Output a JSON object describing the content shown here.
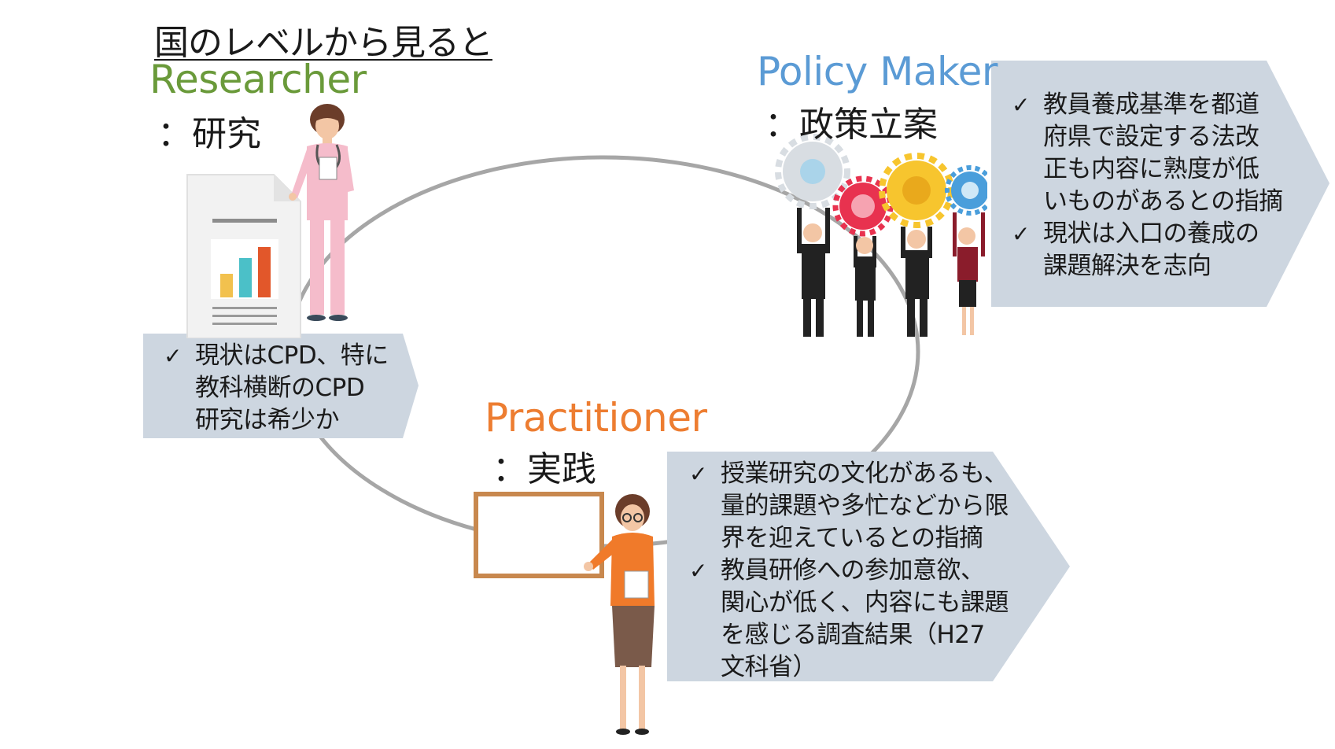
{
  "title": "国のレベルから見ると",
  "roles": {
    "researcher": {
      "en": "Researcher",
      "jp": "：研究"
    },
    "policy_maker": {
      "en": "Policy Maker",
      "jp": "：政策立案"
    },
    "practitioner": {
      "en": "Practitioner",
      "jp": "：実践"
    }
  },
  "callouts": {
    "researcher": {
      "items": [
        {
          "lines": [
            "現状はCPD、特に",
            "教科横断のCPD",
            "研究は希少か"
          ]
        }
      ]
    },
    "policy_maker": {
      "items": [
        {
          "lines": [
            "教員養成基準を都道",
            "府県で設定する法改",
            "正も内容に熟度が低",
            "いものがあるとの指摘"
          ]
        },
        {
          "lines": [
            "現状は入口の養成の",
            "課題解決を志向"
          ]
        }
      ]
    },
    "practitioner": {
      "items": [
        {
          "lines": [
            "授業研究の文化があるも、",
            "量的課題や多忙などから限",
            "界を迎えているとの指摘"
          ]
        },
        {
          "lines": [
            "教員研修への参加意欲、",
            "関心が低く、内容にも課題",
            "を感じる調査結果（H27",
            "文科省）"
          ]
        }
      ]
    }
  },
  "icons": {
    "check": "✓",
    "researcher_figure": "doctor-with-report-icon",
    "policy_figure": "people-holding-gears-icon",
    "practitioner_figure": "teacher-with-board-icon"
  },
  "colors": {
    "researcher": "#6a9a3a",
    "policy_maker": "#5b9bd5",
    "practitioner": "#ed7d31",
    "callout_fill": "#cdd6e0",
    "cycle": "#a6a6a6"
  },
  "chart_data": {
    "type": "diagram",
    "title": "国のレベルから見ると",
    "nodes": [
      "Researcher：研究",
      "Policy Maker：政策立案",
      "Practitioner：実践"
    ],
    "layout": "cycle"
  }
}
